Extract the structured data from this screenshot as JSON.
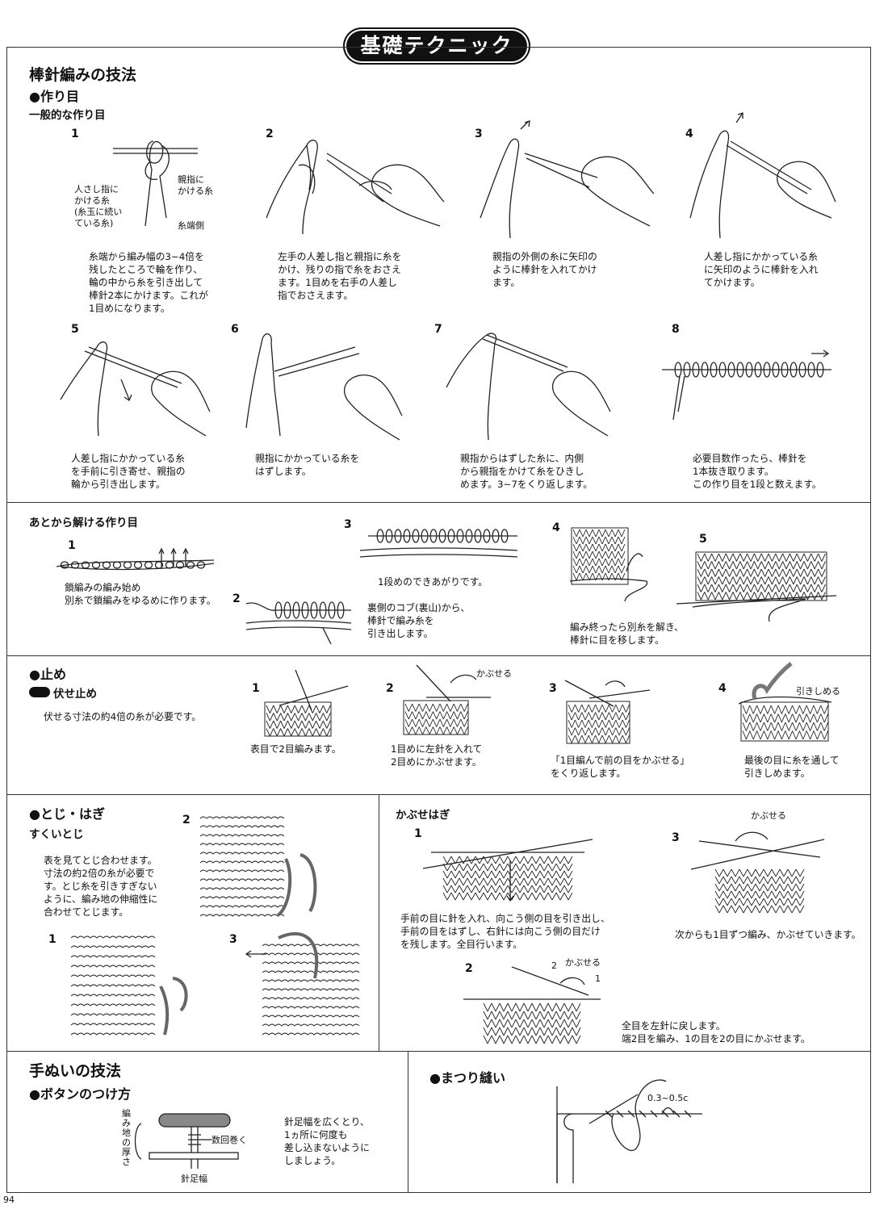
{
  "header": {
    "title": "基礎テクニック",
    "page_number": "94"
  },
  "sec_knit": {
    "title": "棒針編みの技法",
    "sub": "●作り目",
    "subsub": "一般的な作り目",
    "steps": [
      {
        "num": "1",
        "caption": "糸端から編み幅の3~4倍を\n残したところで輪を作り、\n輪の中から糸を引き出して\n棒針2本にかけます。これが\n1目めになります。",
        "labels": [
          "人さし指に\nかける糸\n(糸玉に続い\nている糸)",
          "親指に\nかける糸",
          "糸端側"
        ]
      },
      {
        "num": "2",
        "caption": "左手の人差し指と親指に糸を\nかけ、残りの指で糸をおさえ\nます。1目めを右手の人差し\n指でおさえます。"
      },
      {
        "num": "3",
        "caption": "親指の外側の糸に矢印の\nように棒針を入れてかけ\nます。"
      },
      {
        "num": "4",
        "caption": "人差し指にかかっている糸\nに矢印のように棒針を入れ\nてかけます。"
      },
      {
        "num": "5",
        "caption": "人差し指にかかっている糸\nを手前に引き寄せ、親指の\n輪から引き出します。"
      },
      {
        "num": "6",
        "caption": "親指にかかっている糸を\nはずします。"
      },
      {
        "num": "7",
        "caption": "親指からはずした糸に、内側\nから親指をかけて糸をひきし\nめます。3~7をくり返します。"
      },
      {
        "num": "8",
        "caption": "必要目数作ったら、棒針を\n1本抜き取ります。\nこの作り目を1段と数えます。"
      }
    ]
  },
  "sec_provisional": {
    "title": "あとから解ける作り目",
    "steps": [
      {
        "num": "1",
        "caption": "鎖編みの編み始め\n別糸で鎖編みをゆるめに作ります。"
      },
      {
        "num": "2",
        "caption": "裏側のコブ(裏山)から、\n棒針で編み糸を\n引き出します。"
      },
      {
        "num": "3",
        "caption": "1段めのできあがりです。"
      },
      {
        "num": "4",
        "caption": "編み終ったら別糸を解き、\n棒針に目を移します。"
      },
      {
        "num": "5",
        "caption": ""
      }
    ]
  },
  "sec_bindoff": {
    "title": "●止め",
    "sub": "伏せ止め",
    "note": "伏せる寸法の約4倍の糸が必要です。",
    "steps": [
      {
        "num": "1",
        "caption": "表目で2目編みます。",
        "label": ""
      },
      {
        "num": "2",
        "caption": "1目めに左針を入れて\n2目めにかぶせます。",
        "label": "かぶせる"
      },
      {
        "num": "3",
        "caption": "「1目編んで前の目をかぶせる」\nをくり返します。",
        "label": ""
      },
      {
        "num": "4",
        "caption": "最後の目に糸を通して\n引きしめます。",
        "label": "引きしめる"
      }
    ]
  },
  "sec_seam": {
    "title": "●とじ・はぎ",
    "sub": "すくいとじ",
    "note": "表を見てとじ合わせます。\n寸法の約2倍の糸が必要で\nす。とじ糸を引きすぎない\nように、編み地の伸縮性に\n合わせてとじます。",
    "nums": [
      "1",
      "2",
      "3"
    ]
  },
  "sec_graft": {
    "title": "かぶせはぎ",
    "steps": [
      {
        "num": "1",
        "caption": "手前の目に針を入れ、向こう側の目を引き出し、\n手前の目をはずし、右針には向こう側の目だけ\nを残します。全目行います。"
      },
      {
        "num": "2",
        "caption": "全目を左針に戻します。\n端2目を編み、1の目を2の目にかぶせます。",
        "label": "かぶせる",
        "marks": [
          "2",
          "1"
        ]
      },
      {
        "num": "3",
        "caption": "次からも1目ずつ編み、かぶせていきます。",
        "label": "かぶせる"
      }
    ]
  },
  "sec_sew": {
    "title": "手ぬいの技法",
    "sub": "●ボタンのつけ方",
    "labels": {
      "thickness": "編み地の厚さ",
      "wraps": "数回巻く",
      "shank": "針足幅"
    },
    "caption": "針足幅を広くとり、\n1ヵ所に何度も\n差し込まないように\nしましょう。"
  },
  "sec_hem": {
    "title": "●まつり縫い",
    "label": "0.3~0.5c"
  }
}
